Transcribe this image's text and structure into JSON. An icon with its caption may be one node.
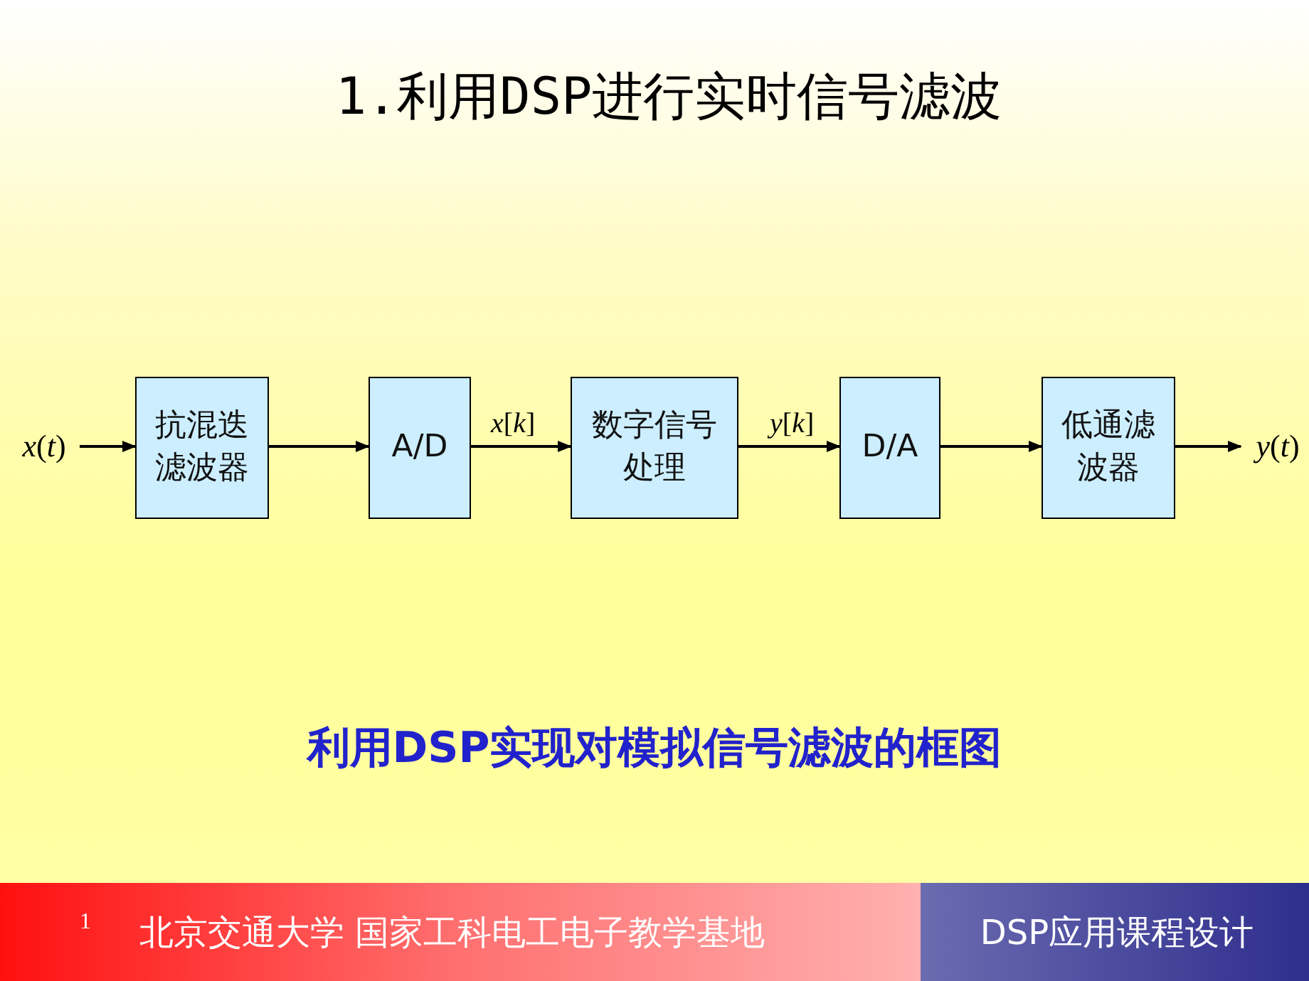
{
  "diagram": {
    "title": "1.利用DSP进行实时信号滤波",
    "caption": "利用DSP实现对模拟信号滤波的框图",
    "nodes": [
      {
        "text": [
          "*x*(*t*)"
        ]
      },
      {
        "text": [
          "抗混迭滤波器"
        ]
      },
      {
        "text": [
          "A/D"
        ]
      },
      {
        "text": [
          "数字信号处理"
        ]
      },
      {
        "text": [
          "D/A"
        ]
      },
      {
        "text": [
          "低通滤波器"
        ]
      },
      {
        "text": [
          "*y*(*t*)"
        ]
      }
    ],
    "edges": [
      {
        "from": 0,
        "to": 1,
        "arrow": "to"
      },
      {
        "from": 1,
        "to": 2,
        "arrow": "to"
      },
      {
        "from": 2,
        "to": 3,
        "arrow": "to",
        "label": "*x*[*k*]"
      },
      {
        "from": 3,
        "to": 4,
        "arrow": "to",
        "label": "*y*[*k*]"
      },
      {
        "from": 4,
        "to": 5,
        "arrow": "to"
      },
      {
        "from": 5,
        "to": 6,
        "arrow": "to"
      }
    ],
    "labels": [
      "1",
      "北京交通大学 国家工科电工电子教学基地",
      "DSP应用课程设计"
    ]
  }
}
